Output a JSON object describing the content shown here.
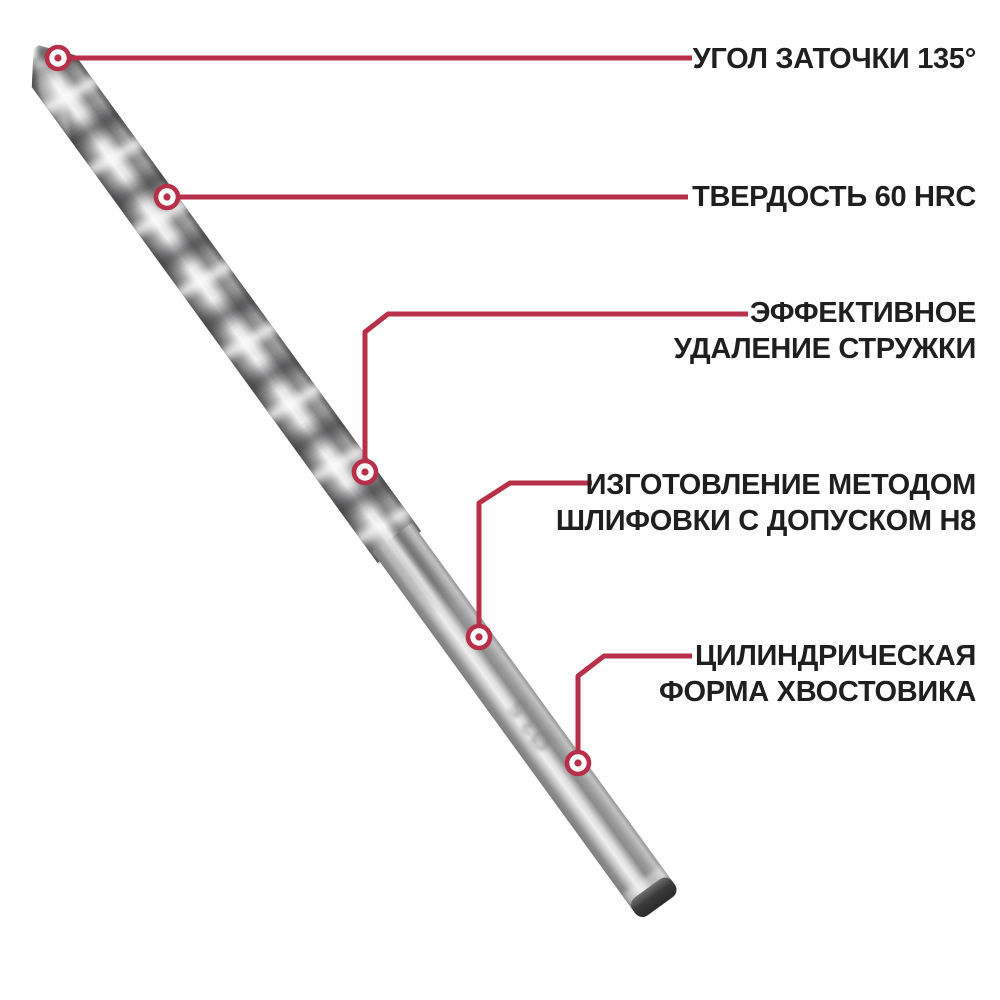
{
  "colors": {
    "accent_red": "#b72f48",
    "text_dark": "#1f1f1f",
    "background": "#ffffff",
    "metal_light": "#eeeeee",
    "metal_dark": "#5f5f5f"
  },
  "drill": {
    "description": "twist drill bit photographed diagonally from upper-left tip to lower-right shank end",
    "shank_marking": "Ø3.5"
  },
  "callouts": [
    {
      "id": "point-angle",
      "lines": [
        "УГОЛ ЗАТОЧКИ 135°"
      ]
    },
    {
      "id": "hardness",
      "lines": [
        "ТВЕРДОСТЬ 60 HRC"
      ]
    },
    {
      "id": "chip-removal",
      "lines": [
        "ЭФФЕКТИВНОЕ",
        "УДАЛЕНИЕ СТРУЖКИ"
      ]
    },
    {
      "id": "grinding-h8",
      "lines": [
        "ИЗГОТОВЛЕНИЕ МЕТОДОМ",
        "ШЛИФОВКИ С ДОПУСКОМ H8"
      ]
    },
    {
      "id": "shank-shape",
      "lines": [
        "ЦИЛИНДРИЧЕСКАЯ",
        "ФОРМА ХВОСТОВИКА"
      ]
    }
  ]
}
